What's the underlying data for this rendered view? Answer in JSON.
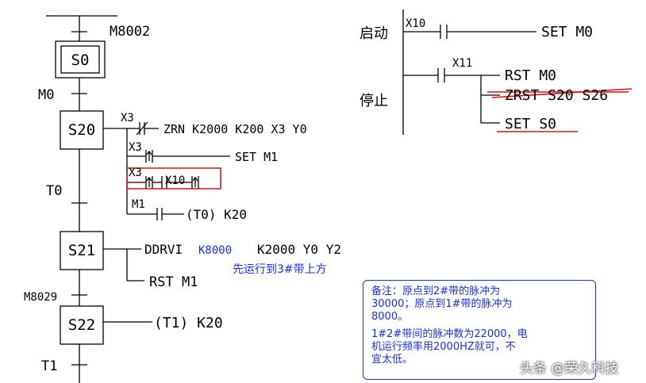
{
  "sfc": {
    "top_contact": "M8002",
    "init_step": "S0",
    "trans_m0": "M0",
    "step_s20": "S20",
    "s20_x3_label": "X3",
    "s20_zrn": "ZRN K2000 K200 X3 Y0",
    "s20_x3b_label": "X3",
    "s20_set_m1": "SET M1",
    "s20_x3c_label": "X3",
    "s20_x10_label": "X10",
    "s20_m1_label": "M1",
    "s20_timer": "(T0) K20",
    "trans_t0": "T0",
    "step_s21": "S21",
    "s21_ddrvi": "DDRVI",
    "s21_k8000": "K8000",
    "s21_rest": "K2000 Y0 Y2",
    "s21_note": "先运行到3#带上方",
    "s21_rst": "RST M1",
    "trans_m8029": "M8029",
    "step_s22": "S22",
    "s22_timer": "(T1) K20",
    "trans_t1": "T1"
  },
  "ladder": {
    "start_label": "启动",
    "x10_label": "X10",
    "set_m0": "SET M0",
    "stop_label": "停止",
    "x11_label": "X11",
    "rst_m0": "RST M0",
    "zrst": "ZRST S20 S26",
    "set_s0": "SET S0"
  },
  "note": {
    "line1": "备注：原点到2#带的脉冲为\n30000；原点到1#带的脉冲为\n8000。",
    "line2": "1#2#带间的脉冲数为22000，电\n机运行频率用2000HZ就可，不\n宜太低。"
  },
  "watermark": "头条 @荣久科技",
  "colors": {
    "line": "#000000",
    "red": "#d41515",
    "blue": "#1a2fd6"
  }
}
